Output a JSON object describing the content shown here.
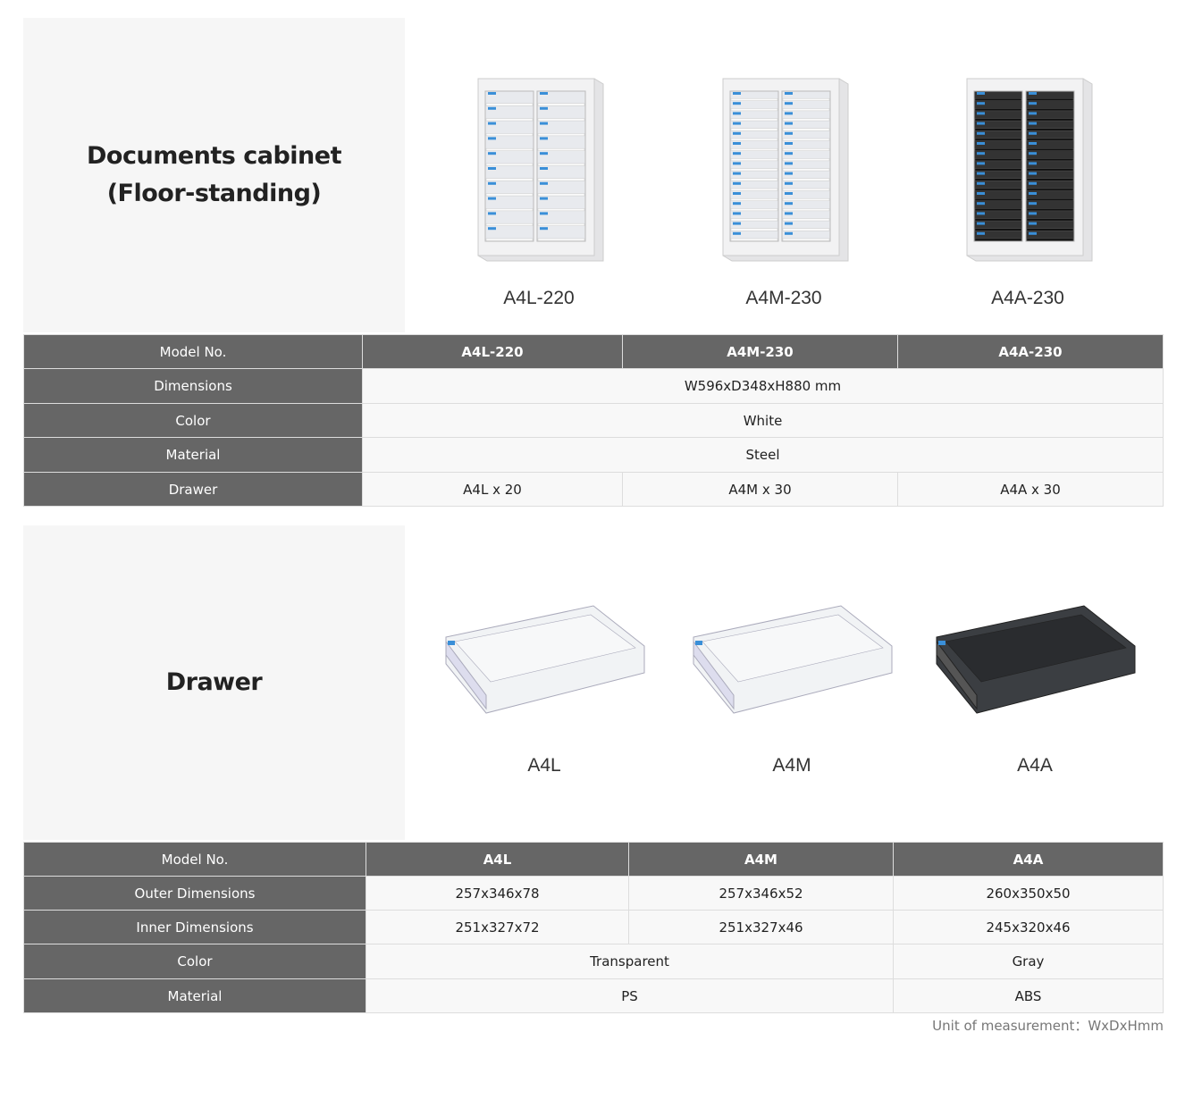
{
  "cabinet": {
    "title_line1": "Documents cabinet",
    "title_line2": "(Floor-standing)",
    "products": [
      {
        "label": "A4L-220",
        "rows": 10,
        "dark": false
      },
      {
        "label": "A4M-230",
        "rows": 15,
        "dark": false
      },
      {
        "label": "A4A-230",
        "rows": 15,
        "dark": true
      }
    ],
    "table": {
      "header": [
        "Model No.",
        "A4L-220",
        "A4M-230",
        "A4A-230"
      ],
      "dimensions_label": "Dimensions",
      "dimensions": "W596xD348xH880 mm",
      "color_label": "Color",
      "color": "White",
      "material_label": "Material",
      "material": "Steel",
      "drawer_label": "Drawer",
      "drawers": [
        "A4L x 20",
        "A4M x 30",
        "A4A x 30"
      ]
    }
  },
  "drawer": {
    "title": "Drawer",
    "products": [
      {
        "label": "A4L",
        "dark": false
      },
      {
        "label": "A4M",
        "dark": false
      },
      {
        "label": "A4A",
        "dark": true
      }
    ],
    "table": {
      "header": [
        "Model No.",
        "A4L",
        "A4M",
        "A4A"
      ],
      "outer_label": "Outer Dimensions",
      "outer": [
        "257x346x78",
        "257x346x52",
        "260x350x50"
      ],
      "inner_label": "Inner Dimensions",
      "inner": [
        "251x327x72",
        "251x327x46",
        "245x320x46"
      ],
      "color_label": "Color",
      "color_ps": "Transparent",
      "color_abs": "Gray",
      "material_label": "Material",
      "material_ps": "PS",
      "material_abs": "ABS"
    }
  },
  "unit_note": "Unit of measurement：WxDxHmm"
}
